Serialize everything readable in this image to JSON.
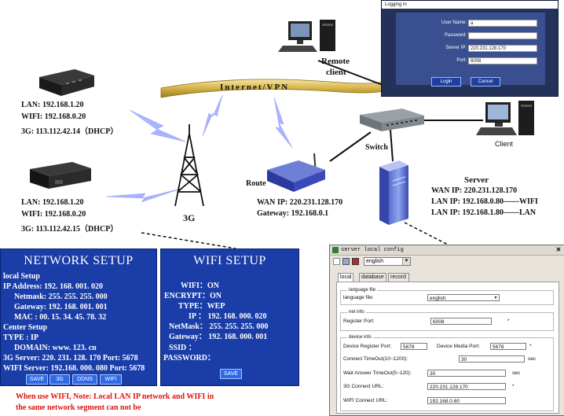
{
  "labels": {
    "internet": "Internet/VPN",
    "remote_client": [
      "Remote",
      "client"
    ],
    "client": "Client",
    "switch": "Switch",
    "route": "Route",
    "server_title": "Server",
    "three_g": "3G"
  },
  "dvr1": {
    "lan": "LAN:  192.168.1.20",
    "wifi": "WIFI:  192.168.0.20",
    "g3": "3G:     113.112.42.14（DHCP）"
  },
  "dvr2": {
    "lan": "LAN:  192.168.1.20",
    "wifi": "WIFI:  192.168.0.20",
    "g3": "3G:     113.112.42.15（DHCP）"
  },
  "route_info": {
    "wan": "WAN IP:   220.231.128.170",
    "gateway": "Gateway:  192.168.0.1"
  },
  "server_info": {
    "wan": "WAN IP:  220.231.128.170",
    "lan1": "LAN IP:  192.168.0.80——WIFI",
    "lan2": "LAN IP:  192.168.1.80——LAN"
  },
  "login_dialog": {
    "title": "Logging in",
    "user_label": "User Name:",
    "user_value": "a",
    "password_label": "Password:",
    "password_value": "",
    "server_label": "Server IP:",
    "server_value": "220.231.128.170",
    "port_label": "Port:",
    "port_value": "6008",
    "login_button": "Login",
    "cancel_button": "Cancel"
  },
  "network_setup": {
    "title": "NETWORK SETUP",
    "local_setup": "local Setup",
    "ip_address": "IP   Address:  192. 168. 001. 020",
    "netmask": "Netmask:  255. 255. 255. 000",
    "gateway": "Gateway:  192. 168. 001. 001",
    "mac": "MAC     :   00. 15. 34. 45. 78. 32",
    "center_setup": "Center Setup",
    "type": "TYPE     :   IP",
    "domain": "DOMAIN:  www. 123. cn",
    "server_3g": "3G Server:  220. 231. 128. 170  Port:  5678",
    "wifi_server": "WIFI Server:  192.168. 000. 080 Port:  5678",
    "buttons": [
      "SAVE",
      "3G",
      "DDNS",
      "WIFI"
    ]
  },
  "wifi_setup": {
    "title": "WIFI SETUP",
    "wifi": "WIFI：ON",
    "encrypt": "ENCRYPT：ON",
    "type": "TYPE：WEP",
    "ip": "IP   ：  192. 168. 000. 020",
    "netmask": "NetMask：  255. 255. 255. 000",
    "gateway": "Gateway：  192. 168. 000. 001",
    "ssid": "SSID     ：",
    "password": "PASSWORD：",
    "save": "SAVE"
  },
  "note": {
    "line1": "When use WIFI, Note: Local LAN IP network and WIFI in",
    "line2": "the same network segment can not be"
  },
  "config_window": {
    "title": "server local config",
    "language_value": "english",
    "tabs": [
      "local",
      "database",
      "record control"
    ],
    "language_group": "language file",
    "language_file_label": "language file:",
    "language_file_value": "english",
    "net_group": "net info",
    "register_port_label": "Register Port:",
    "register_port_value": "6008",
    "device_group": "device info",
    "device_register_port_label": "Device Register Port:",
    "device_register_port_value": "5678",
    "device_media_port_label": "Device Media Port:",
    "device_media_port_value": "5678",
    "connect_timeout_label": "Connect TimeOut(10~1200):",
    "connect_timeout_value": "30",
    "connect_timeout_unit": "sec",
    "wait_timeout_label": "Wait Answer TimeOut(5~120):",
    "wait_timeout_value": "30",
    "wait_timeout_unit": "sec",
    "connect_url_3g_label": "3G Connect URL:",
    "connect_url_3g_value": "220.231.128.170",
    "wifi_url_label": "WIFI Connect URL:",
    "wifi_url_value": "192.168.0.80",
    "required_mark": "*"
  }
}
